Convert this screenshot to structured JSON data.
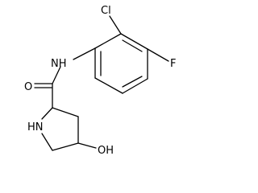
{
  "molecule": {
    "atom_labels": {
      "chlorine": "Cl",
      "fluorine": "F",
      "amide_nitrogen": "NH",
      "carbonyl_oxygen": "O",
      "ring_nitrogen": "HN",
      "hydroxyl": "OH"
    },
    "colors": {
      "bond": "#000000",
      "text": "#000000",
      "background": "#ffffff"
    }
  }
}
